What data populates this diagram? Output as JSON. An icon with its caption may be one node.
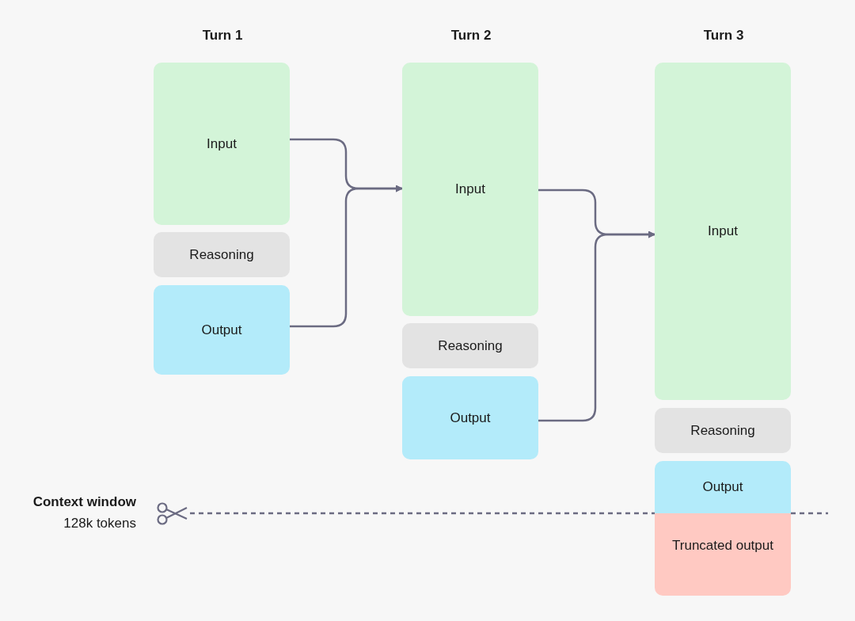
{
  "diagram": {
    "nodes": [
      {
        "text": [
          "Input"
        ]
      },
      {
        "text": [
          "Reasoning"
        ]
      },
      {
        "text": [
          "Output"
        ]
      },
      {
        "text": [
          "Input"
        ]
      },
      {
        "text": [
          "Reasoning"
        ]
      },
      {
        "text": [
          "Output"
        ]
      },
      {
        "text": [
          "Input"
        ]
      },
      {
        "text": [
          "Reasoning"
        ]
      },
      {
        "text": [
          "Output"
        ]
      },
      {
        "text": [
          "Truncated output"
        ]
      }
    ],
    "edges": [
      {
        "from": 0,
        "to": 3,
        "arrow": "to"
      },
      {
        "from": 2,
        "to": 3,
        "arrow": "to"
      },
      {
        "from": 3,
        "to": 6,
        "arrow": "to"
      },
      {
        "from": 5,
        "to": 6,
        "arrow": "to"
      }
    ],
    "labels": [
      "Turn 1",
      "Turn 2",
      "Turn 3",
      "Context window",
      "128k tokens"
    ]
  }
}
